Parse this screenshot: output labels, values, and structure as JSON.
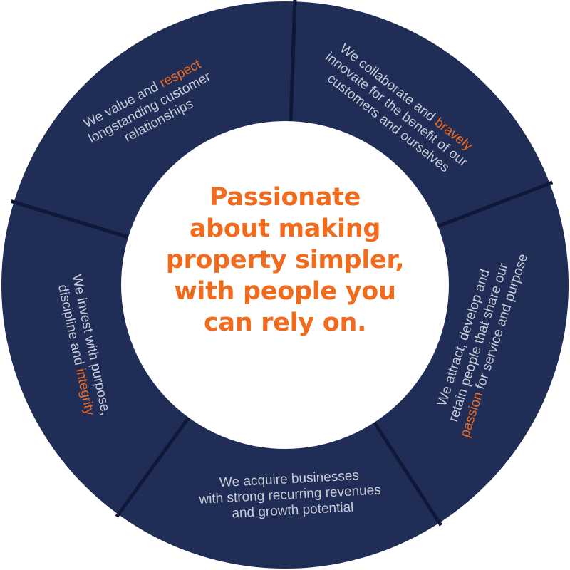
{
  "colors": {
    "ring": "#1f2d57",
    "divider": "#10183a",
    "accent": "#f26a1b",
    "segment_text": "#c8cbd6",
    "center_bg": "#ffffff"
  },
  "center": {
    "lines": [
      "Passionate",
      "about making",
      "property simpler,",
      "with people you",
      "can rely on."
    ]
  },
  "segments": [
    {
      "id": "respect",
      "lines": [
        [
          "We value and ",
          "respect"
        ],
        [
          "longstanding customer"
        ],
        [
          "relationships"
        ]
      ],
      "highlight": "respect"
    },
    {
      "id": "bravely",
      "lines": [
        [
          "We collaborate and ",
          "bravely"
        ],
        [
          "innovate for the benefit of our"
        ],
        [
          "customers and ourselves"
        ]
      ],
      "highlight": "bravely"
    },
    {
      "id": "passion",
      "lines": [
        [
          "We attract, develop and"
        ],
        [
          "retain people that share our"
        ],
        [
          "passion",
          " for service and purpose"
        ]
      ],
      "highlight": "passion"
    },
    {
      "id": "acquire",
      "lines": [
        [
          "We acquire businesses"
        ],
        [
          "with strong recurring revenues"
        ],
        [
          "and growth potential"
        ]
      ],
      "highlight": ""
    },
    {
      "id": "integrity",
      "lines": [
        [
          "We invest with purpose,"
        ],
        [
          "discipline and ",
          "integrity"
        ]
      ],
      "highlight": "integrity"
    }
  ]
}
